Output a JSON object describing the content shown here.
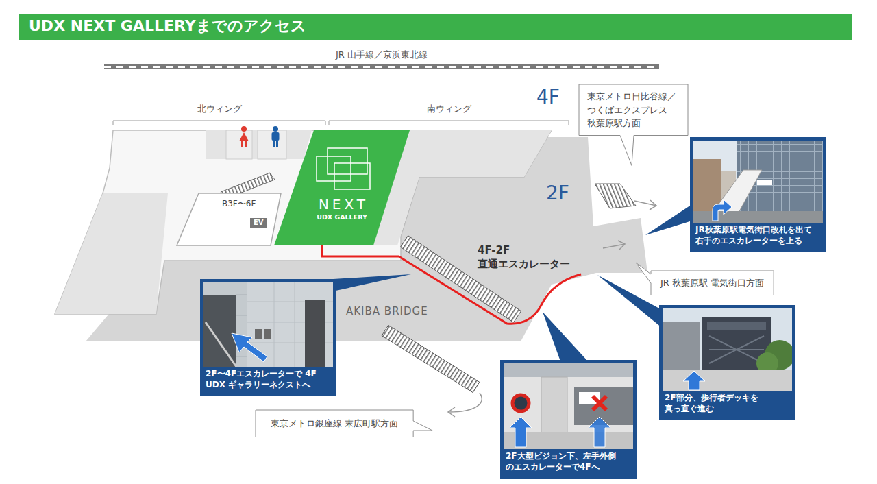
{
  "diagram": {
    "title": "UDX NEXT GALLERYまでのアクセス",
    "nodes": [
      {
        "text": [
          "東京メトロ日比谷線／ つくばエクスプレス 秋葉原駅方面"
        ]
      },
      {
        "text": [
          "B3F〜6F"
        ]
      },
      {
        "text": [
          "EV"
        ],
        "in": 1
      },
      {
        "text": [
          "NEXT",
          "UDX GALLERY"
        ]
      },
      {
        "text": [
          "JR秋葉原駅電気街口改札を出て 右手のエスカレーターを上る"
        ]
      },
      {
        "text": [
          "JR 秋葉原駅 電気街口方面"
        ]
      },
      {
        "text": [
          "2F〜4Fエスカレーターで 4F UDX ギャラリーネクストへ"
        ]
      },
      {
        "text": [
          "2F部分、歩行者デッキを 真っ直ぐ進む"
        ]
      },
      {
        "text": [
          "東京メトロ銀座線 末広町駅方面"
        ]
      },
      {
        "text": [
          "2F大型ビジョン下、左手外側 のエスカレーターで4Fへ"
        ]
      }
    ],
    "labels": [
      "JR 山手線／京浜東北線",
      "北ウィング",
      "南ウィング",
      "4F",
      "2F",
      "4F-2F 直通エスカレーター",
      "AKIBA BRIDGE"
    ]
  }
}
